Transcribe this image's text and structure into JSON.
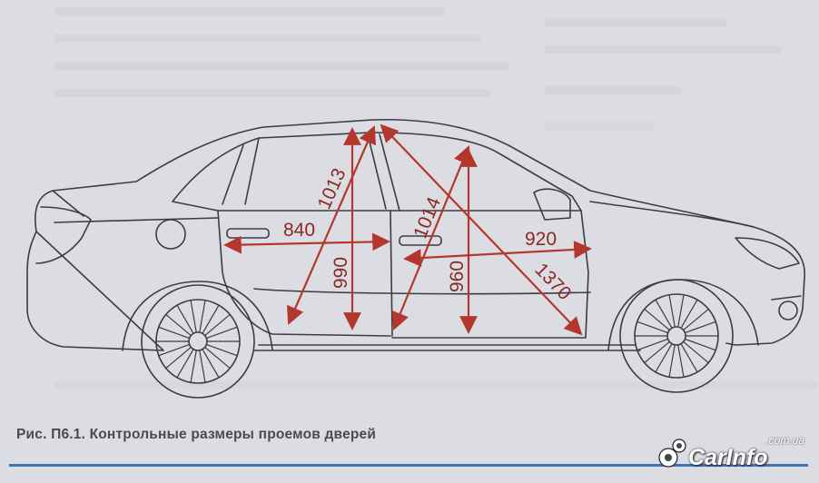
{
  "figure": {
    "caption": "Рис. П6.1. Контрольные размеры проемов дверей"
  },
  "dimensions": [
    {
      "id": "front-door-diagonal",
      "label": "1013"
    },
    {
      "id": "front-door-length",
      "label": "840"
    },
    {
      "id": "front-door-height",
      "label": "990"
    },
    {
      "id": "rear-door-diagonal",
      "label": "1014"
    },
    {
      "id": "rear-door-height",
      "label": "960"
    },
    {
      "id": "rear-door-length",
      "label": "920"
    },
    {
      "id": "rear-opening-diagonal",
      "label": "1370"
    }
  ],
  "colors": {
    "dimension": "#b4372e",
    "outline": "#3c3c44",
    "rule": "#3d74b7",
    "background": "#dcdde2"
  },
  "watermark": {
    "name": "CarInfo",
    "domain": ".com.ua",
    "icon": "gear-icon"
  }
}
